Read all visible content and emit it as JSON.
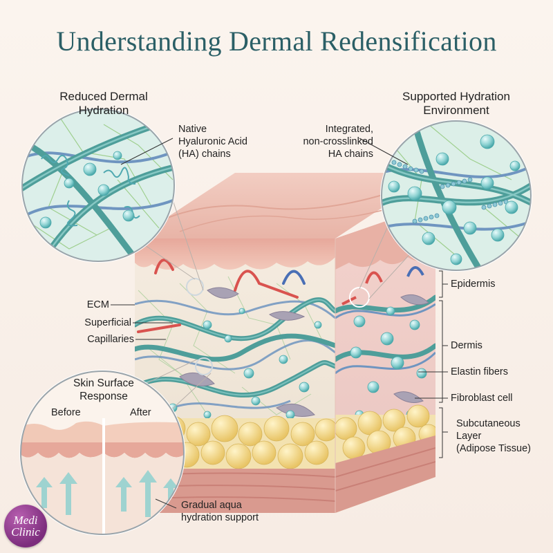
{
  "title": "Understanding Dermal Redensification",
  "left_inset": {
    "heading_line1": "Reduced Dermal",
    "heading_line2": "Hydration"
  },
  "right_inset": {
    "heading_line1": "Supported Hydration",
    "heading_line2": "Environment"
  },
  "callouts": {
    "native_ha": [
      "Native",
      "Hyaluronic Acid",
      "(HA) chains"
    ],
    "integrated_ha": [
      "Integrated,",
      "non-crosslinked",
      "HA chains"
    ],
    "ecm": "ECM",
    "superficial": "Superficial",
    "capillaries": "Capillaries",
    "gradual": [
      "Gradual aqua",
      "hydration support"
    ]
  },
  "layers": {
    "epidermis": "Epidermis",
    "dermis": "Dermis",
    "elastin": "Elastin fibers",
    "fibroblast": "Fibroblast cell",
    "subcutaneous": [
      "Subcutaneous",
      "Layer",
      "(Adipose Tissue)"
    ]
  },
  "surface_inset": {
    "heading_line1": "Skin Surface",
    "heading_line2": "Response",
    "before": "Before",
    "after": "After"
  },
  "logo": {
    "line1": "Medi",
    "line2": "Clinic"
  },
  "colors": {
    "title": "#2b5f66",
    "fiber_teal": "#4e9e9a",
    "fiber_blue": "#6f95c0",
    "capillary_red": "#d9534f",
    "fat_yellow": "#f1d98a",
    "skin_pink": "#e9b3a8",
    "logo_purple": "#8a3a8c"
  }
}
